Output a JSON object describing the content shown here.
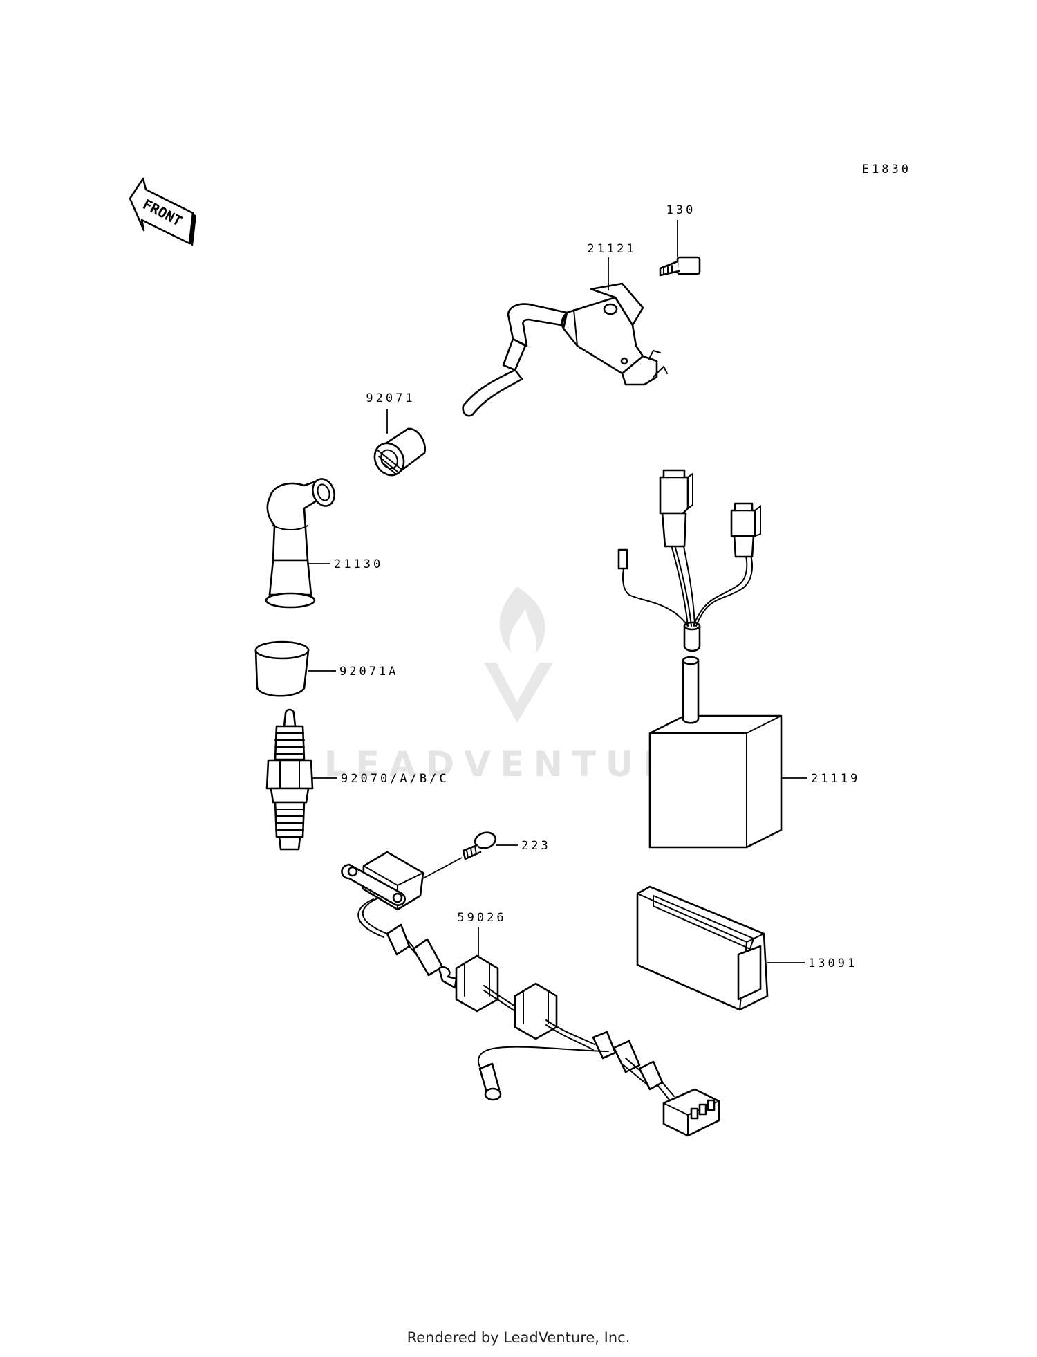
{
  "diagram": {
    "code": "E1830",
    "front_label": "FRONT",
    "watermark": "LEADVENTURE",
    "labels": {
      "p130": "130",
      "p21121": "21121",
      "p92071": "92071",
      "p21130": "21130",
      "p92071a": "92071A",
      "p92070": "92070/A/B/C",
      "p21119": "21119",
      "p223": "223",
      "p59026": "59026",
      "p13091": "13091"
    }
  },
  "footer": {
    "credit": "Rendered by LeadVenture, Inc."
  }
}
